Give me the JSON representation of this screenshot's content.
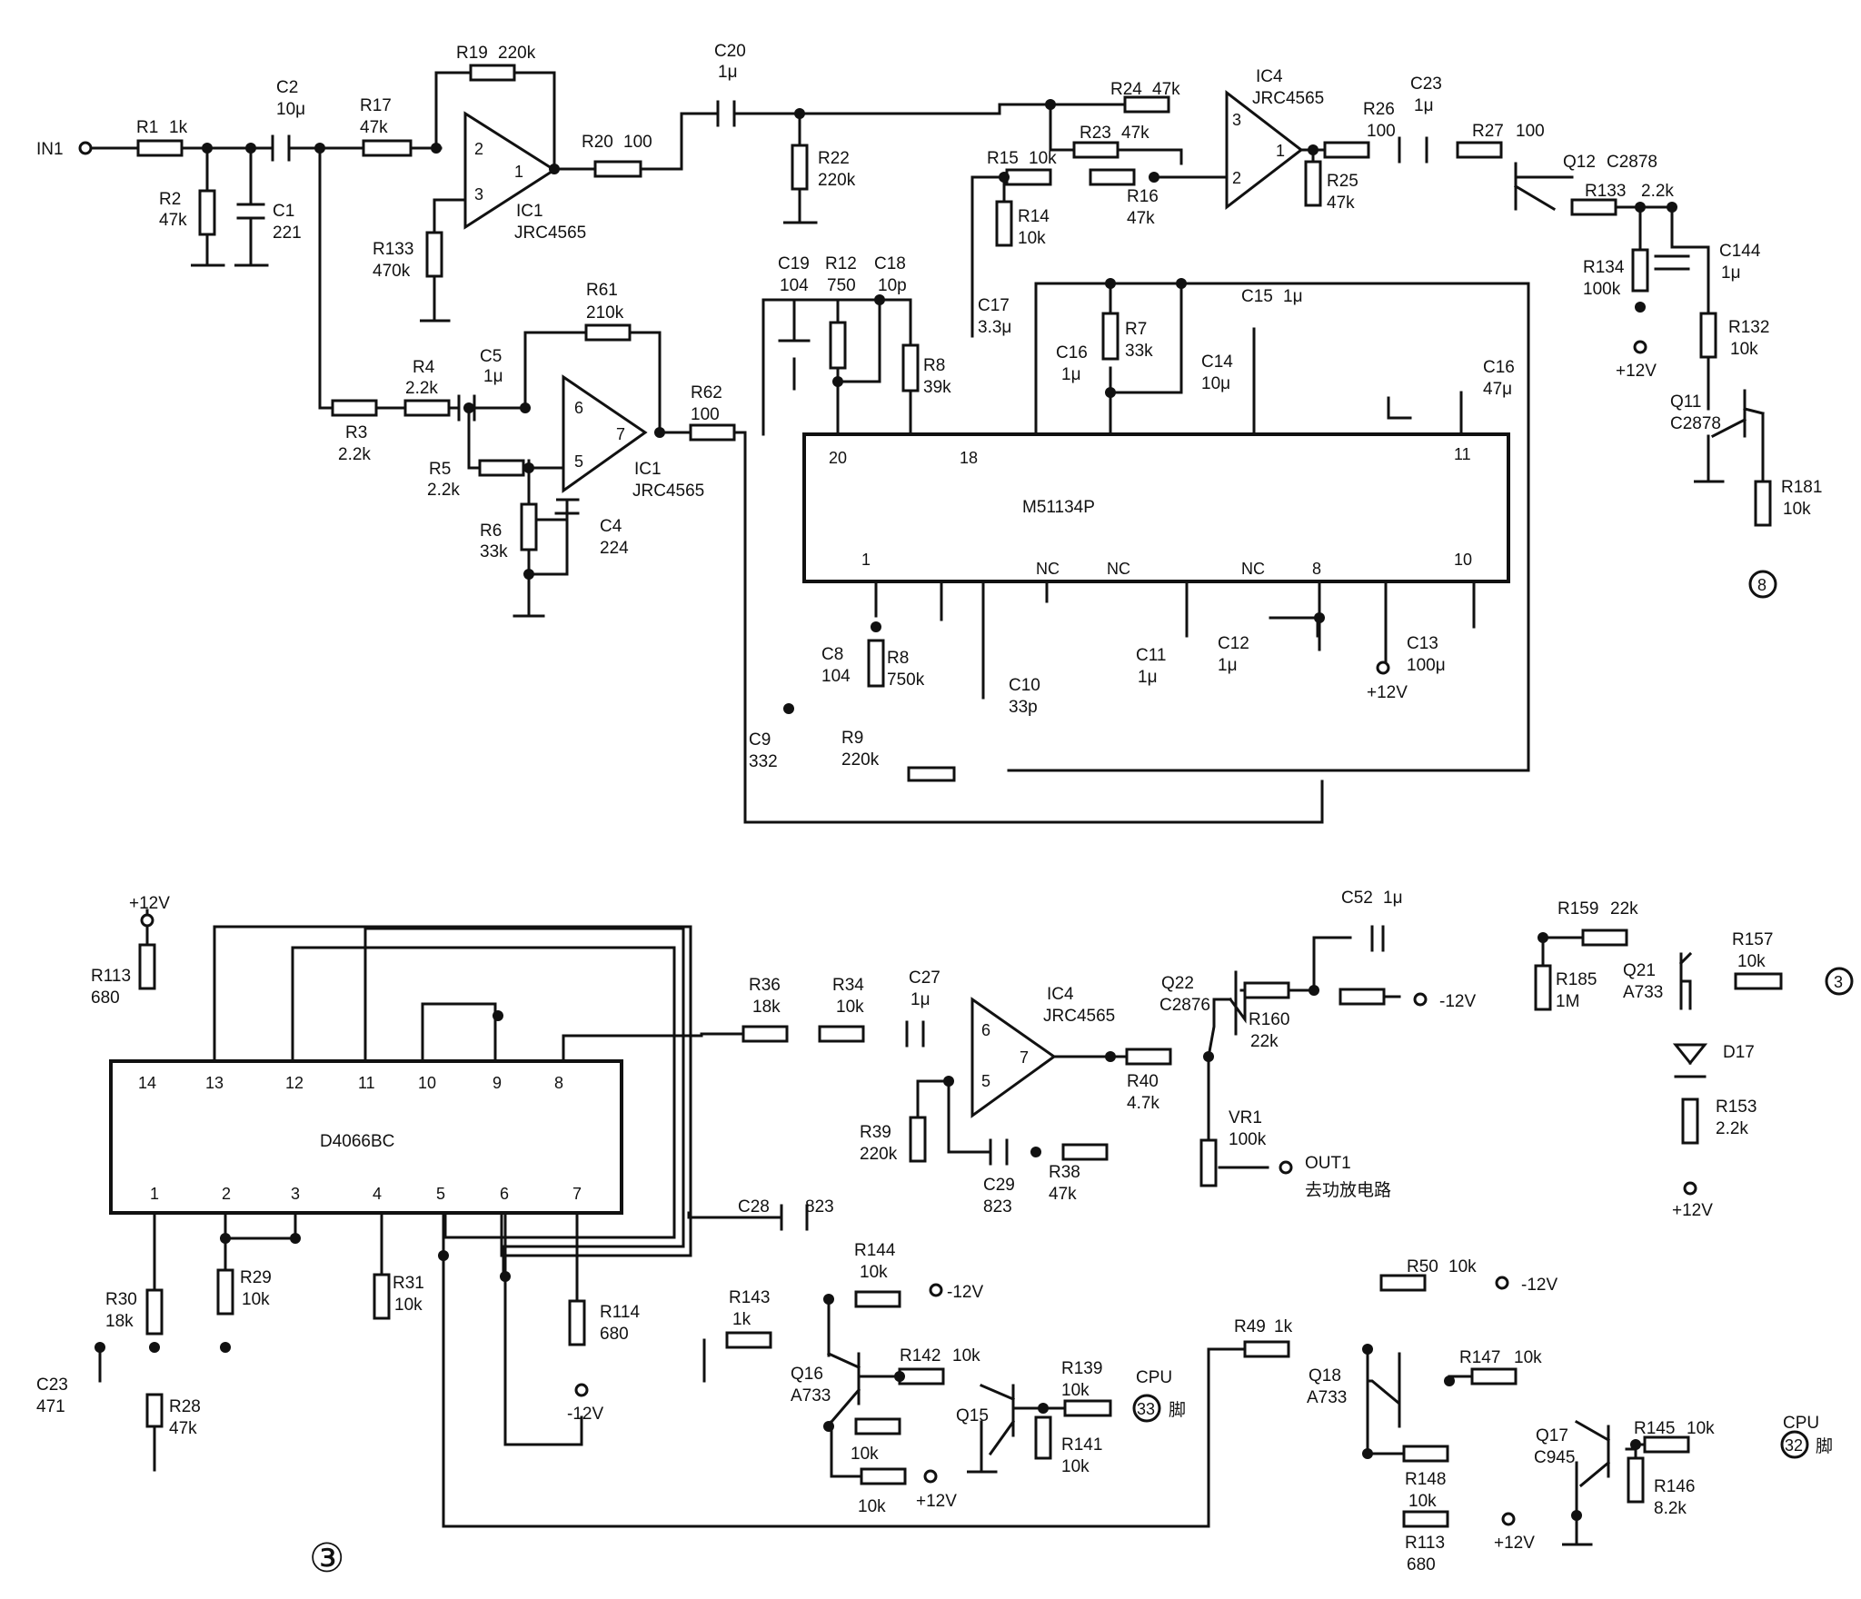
{
  "figure_id": "③",
  "ports": {
    "input": "IN1",
    "output": "OUT1",
    "output_note": "去功放电路",
    "conn_8": "8",
    "conn_3": "3",
    "cpu_33": "33",
    "cpu_32": "32",
    "cpu": "CPU",
    "pin_word": "脚"
  },
  "rails": {
    "pos12": "+12V",
    "neg12": "-12V"
  },
  "ics": {
    "ic1a": {
      "name": "IC1",
      "part": "JRC4565",
      "pins": [
        "2",
        "3",
        "1"
      ]
    },
    "ic1b": {
      "name": "IC1",
      "part": "JRC4565",
      "pins": [
        "6",
        "5",
        "7"
      ]
    },
    "ic4a": {
      "name": "IC4",
      "part": "JRC4565",
      "pins": [
        "3",
        "2",
        "1"
      ]
    },
    "ic4b": {
      "name": "IC4",
      "part": "JRC4565",
      "pins": [
        "6",
        "5",
        "7"
      ]
    },
    "m51134p": {
      "name": "M51134P",
      "pins_top": [
        "20",
        "18",
        "11"
      ],
      "pins_bottom": [
        "1",
        "NC",
        "NC",
        "NC",
        "8",
        "10"
      ]
    },
    "d4066bc": {
      "name": "D4066BC",
      "pins_top": [
        "14",
        "13",
        "12",
        "11",
        "10",
        "9",
        "8"
      ],
      "pins_bottom": [
        "1",
        "2",
        "3",
        "4",
        "5",
        "6",
        "7"
      ]
    }
  },
  "resistors": {
    "R1": {
      "ref": "R1",
      "val": "1k"
    },
    "R2": {
      "ref": "R2",
      "val": "47k"
    },
    "R17": {
      "ref": "R17",
      "val": "47k"
    },
    "R19": {
      "ref": "R19",
      "val": "220k"
    },
    "R133a": {
      "ref": "R133",
      "val": "470k"
    },
    "R20": {
      "ref": "R20",
      "val": "100"
    },
    "R22": {
      "ref": "R22",
      "val": "220k"
    },
    "R61": {
      "ref": "R61",
      "val": "210k"
    },
    "R3": {
      "ref": "R3",
      "val": "2.2k"
    },
    "R4": {
      "ref": "R4",
      "val": "2.2k"
    },
    "R5": {
      "ref": "R5",
      "val": "2.2k"
    },
    "R6": {
      "ref": "R6",
      "val": "33k"
    },
    "R62": {
      "ref": "R62",
      "val": "100"
    },
    "R12": {
      "ref": "R12",
      "val": "750"
    },
    "R8a": {
      "ref": "R8",
      "val": "39k"
    },
    "R7": {
      "ref": "R7",
      "val": "33k"
    },
    "R8b": {
      "ref": "R8",
      "val": "750k"
    },
    "R9": {
      "ref": "R9",
      "val": "220k"
    },
    "R15": {
      "ref": "R15",
      "val": "10k"
    },
    "R14": {
      "ref": "R14",
      "val": "10k"
    },
    "R16": {
      "ref": "R16",
      "val": "47k"
    },
    "R23": {
      "ref": "R23",
      "val": "47k"
    },
    "R24": {
      "ref": "R24",
      "val": "47k"
    },
    "R25": {
      "ref": "R25",
      "val": "47k"
    },
    "R26": {
      "ref": "R26",
      "val": "100"
    },
    "R27": {
      "ref": "R27",
      "val": "100"
    },
    "R133b": {
      "ref": "R133",
      "val": "2.2k"
    },
    "R134": {
      "ref": "R134",
      "val": "100k"
    },
    "R132": {
      "ref": "R132",
      "val": "10k"
    },
    "R181": {
      "ref": "R181",
      "val": "10k"
    },
    "R113a": {
      "ref": "R113",
      "val": "680"
    },
    "R30": {
      "ref": "R30",
      "val": "18k"
    },
    "R28": {
      "ref": "R28",
      "val": "47k"
    },
    "R29": {
      "ref": "R29",
      "val": "10k"
    },
    "R31": {
      "ref": "R31",
      "val": "10k"
    },
    "R114": {
      "ref": "R114",
      "val": "680"
    },
    "R36": {
      "ref": "R36",
      "val": "18k"
    },
    "R34": {
      "ref": "R34",
      "val": "10k"
    },
    "R39": {
      "ref": "R39",
      "val": "220k"
    },
    "R38": {
      "ref": "R38",
      "val": "47k"
    },
    "R40": {
      "ref": "R40",
      "val": "4.7k"
    },
    "VR1": {
      "ref": "VR1",
      "val": "100k"
    },
    "R160": {
      "ref": "R160",
      "val": "22k"
    },
    "R185": {
      "ref": "R185",
      "val": "1M"
    },
    "R159": {
      "ref": "R159",
      "val": "22k"
    },
    "R157": {
      "ref": "R157",
      "val": "10k"
    },
    "R153": {
      "ref": "R153",
      "val": "2.2k"
    },
    "R143": {
      "ref": "R143",
      "val": "1k"
    },
    "R144": {
      "ref": "R144",
      "val": "10k"
    },
    "R142": {
      "ref": "R142",
      "val": "10k"
    },
    "R139": {
      "ref": "R139",
      "val": "10k"
    },
    "R141": {
      "ref": "R141",
      "val": "10k"
    },
    "R10k_a": {
      "ref": "",
      "val": "10k"
    },
    "R10k_b": {
      "ref": "",
      "val": "10k"
    },
    "R49": {
      "ref": "R49",
      "val": "1k"
    },
    "R50": {
      "ref": "R50",
      "val": "10k"
    },
    "R147": {
      "ref": "R147",
      "val": "10k"
    },
    "R148": {
      "ref": "R148",
      "val": "10k"
    },
    "R113b": {
      "ref": "R113",
      "val": "680"
    },
    "R145": {
      "ref": "R145",
      "val": "10k"
    },
    "R146": {
      "ref": "R146",
      "val": "8.2k"
    }
  },
  "capacitors": {
    "C2": {
      "ref": "C2",
      "val": "10μ"
    },
    "C1": {
      "ref": "C1",
      "val": "221"
    },
    "C20": {
      "ref": "C20",
      "val": "1μ"
    },
    "C5": {
      "ref": "C5",
      "val": "1μ"
    },
    "C4": {
      "ref": "C4",
      "val": "224"
    },
    "C19": {
      "ref": "C19",
      "val": "104"
    },
    "C18": {
      "ref": "C18",
      "val": "10p"
    },
    "C17": {
      "ref": "C17",
      "val": "3.3μ"
    },
    "C16a": {
      "ref": "C16",
      "val": "1μ"
    },
    "C14": {
      "ref": "C14",
      "val": "10μ"
    },
    "C15": {
      "ref": "C15",
      "val": "1μ"
    },
    "C16b": {
      "ref": "C16",
      "val": "47μ"
    },
    "C8": {
      "ref": "C8",
      "val": "104"
    },
    "C9": {
      "ref": "C9",
      "val": "332"
    },
    "C10": {
      "ref": "C10",
      "val": "33p"
    },
    "C11": {
      "ref": "C11",
      "val": "1μ"
    },
    "C12": {
      "ref": "C12",
      "val": "1μ"
    },
    "C13": {
      "ref": "C13",
      "val": "100μ"
    },
    "C23a": {
      "ref": "C23",
      "val": "1μ"
    },
    "C144": {
      "ref": "C144",
      "val": "1μ"
    },
    "C23b": {
      "ref": "C23",
      "val": "471"
    },
    "C27": {
      "ref": "C27",
      "val": "1μ"
    },
    "C28": {
      "ref": "C28",
      "val": "823"
    },
    "C29": {
      "ref": "C29",
      "val": "823"
    },
    "C52": {
      "ref": "C52",
      "val": "1μ"
    }
  },
  "transistors": {
    "Q12": {
      "ref": "Q12",
      "part": "C2878"
    },
    "Q11": {
      "ref": "Q11",
      "part": "C2878"
    },
    "Q22": {
      "ref": "Q22",
      "part": "C2876"
    },
    "Q21": {
      "ref": "Q21",
      "part": "A733"
    },
    "Q16": {
      "ref": "Q16",
      "part": "A733"
    },
    "Q15": {
      "ref": "Q15",
      "part": ""
    },
    "Q18": {
      "ref": "Q18",
      "part": "A733"
    },
    "Q17": {
      "ref": "Q17",
      "part": "C945"
    }
  },
  "diodes": {
    "D17": {
      "ref": "D17"
    }
  }
}
